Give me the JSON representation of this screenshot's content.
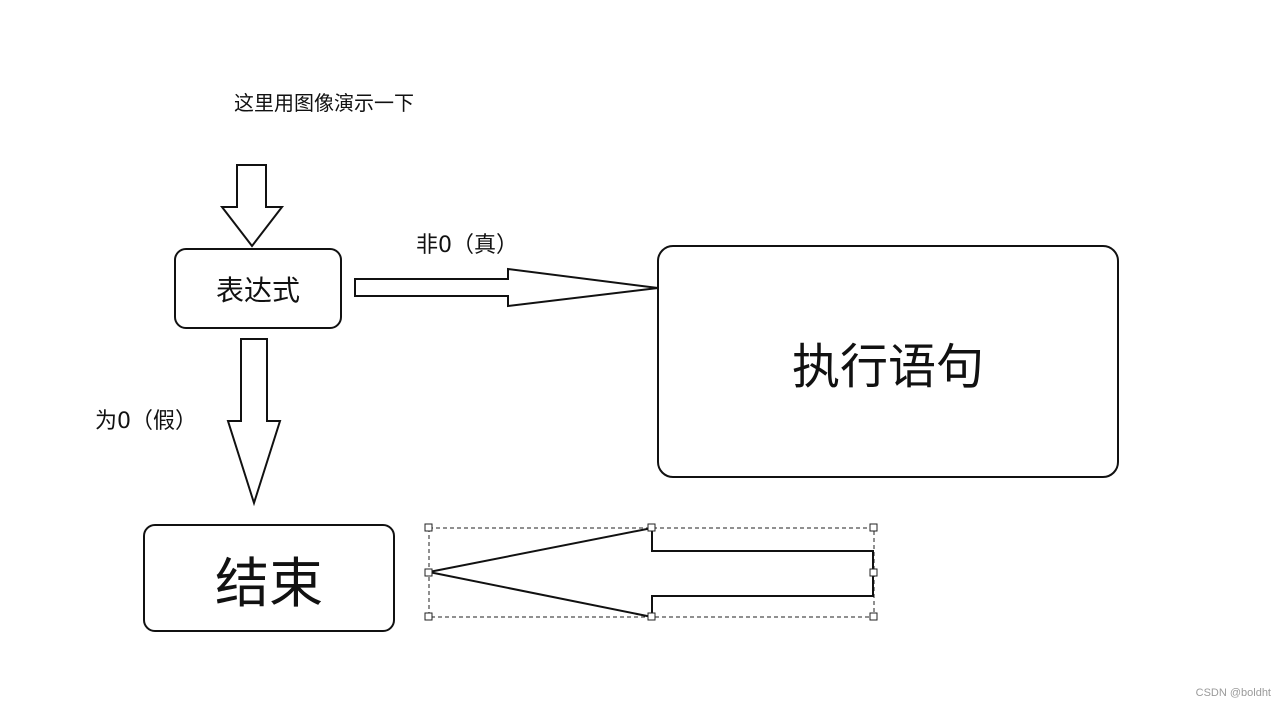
{
  "diagram": {
    "caption": "这里用图像演示一下",
    "edge_true_label": "非0（真）",
    "edge_false_label": "为0（假）",
    "nodes": {
      "expression": "表达式",
      "statement": "执行语句",
      "end": "结束"
    },
    "colors": {
      "stroke": "#111111",
      "fill": "#ffffff",
      "watermark": "#9a9a9a"
    }
  },
  "watermark": "CSDN @boldht"
}
